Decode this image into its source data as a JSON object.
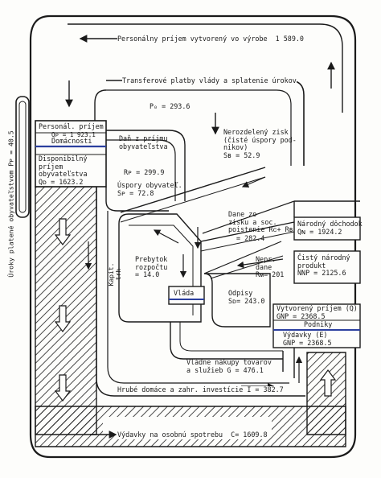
{
  "labels": {
    "personal_income_produced": "Personálny príjem vytvorený vo výrobe  1 589.0",
    "transfer_payments": "Transferové platby vlády a splatenie úrokov",
    "transfer_value": "P₀ = 293.6",
    "interest_paid_by_households": "Úroky platené obyvateľstvom Pᴘ = 40.5",
    "households_block_title": "Personál. príjem",
    "households_block_value": "Qᴘ = 1 923.1",
    "households_block_name": "Domácnosti",
    "disposable_income": "Disponibilný\npríjem\nobyvateľstva\nQᴅ = 1623.2",
    "income_tax": "Daň z príjmu\nobyvateľstva",
    "income_tax_value": "Rᴘ = 299.9",
    "household_savings": "Úspory obyvateľ.\nSᴘ = 72.8",
    "undistributed_profit": "Nerozdelený zisk\n(čisté úspory pod-\nnikov)\nSʙ = 52.9",
    "corporate_taxes": "Dane zo\nzisku a soc.\npoistenie Rᴄ+ Rʙ",
    "corporate_taxes_value": "= 282.4",
    "indirect_taxes": "Nepr.\ndane\nRᴍ= 201",
    "capital_market": "Kapit.\ntrh",
    "budget_surplus": "Prebytok\nrozpočtu\n= 14.0",
    "government": "Vláda",
    "depreciation": "Odpisy\nSᴅ= 243.0",
    "government_purchases": "Vládne nákupy tovarov\na služieb G = 476.1",
    "gross_investment": "Hrubé domáce a zahr. investície I = 382.7",
    "consumption_expenditure": "Výdavky na osobnú spotrebu  C= 1609.8",
    "national_income": "Národný dôchodok\nQɴ = 1924.2",
    "net_national_product": "Čistý národný\nprodukt\nNNP = 2125.6",
    "output_created": "Vytvorený príjem (Q)\nGNP = 2368.5",
    "firms": "Podniky",
    "expenditures": "Výdavky (E)\nGNP = 2368.5"
  },
  "colors": {
    "ink": "#1a1a1a",
    "paper": "#fdfdfb",
    "highlight_blue": "#2b3f9e"
  }
}
